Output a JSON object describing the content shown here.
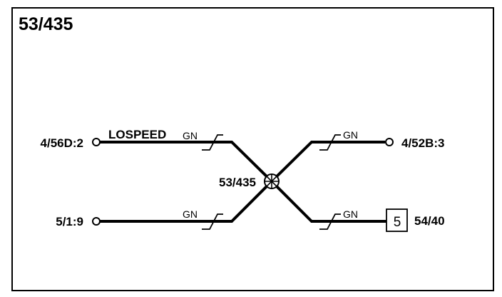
{
  "title": "53/435",
  "splice": {
    "label": "53/435"
  },
  "left_top": {
    "connector": "4/56D:2",
    "signal": "LOSPEED",
    "color": "GN"
  },
  "left_bottom": {
    "connector": "5/1:9",
    "color": "GN"
  },
  "right_top": {
    "connector": "4/52B:3",
    "color": "GN"
  },
  "right_bottom": {
    "connector": "54/40",
    "box_number": "5",
    "color": "GN"
  }
}
